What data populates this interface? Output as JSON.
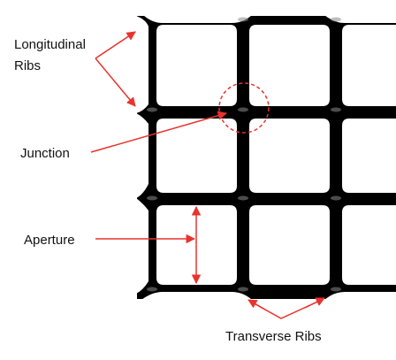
{
  "labels": {
    "longitudinal_line1": "Longitudinal",
    "longitudinal_line2": "Ribs",
    "junction": "Junction",
    "aperture": "Aperture",
    "transverse": "Transverse Ribs"
  },
  "colors": {
    "grid": "#000000",
    "annotation": "#e8332e",
    "background": "#ffffff",
    "text": "#111111"
  }
}
